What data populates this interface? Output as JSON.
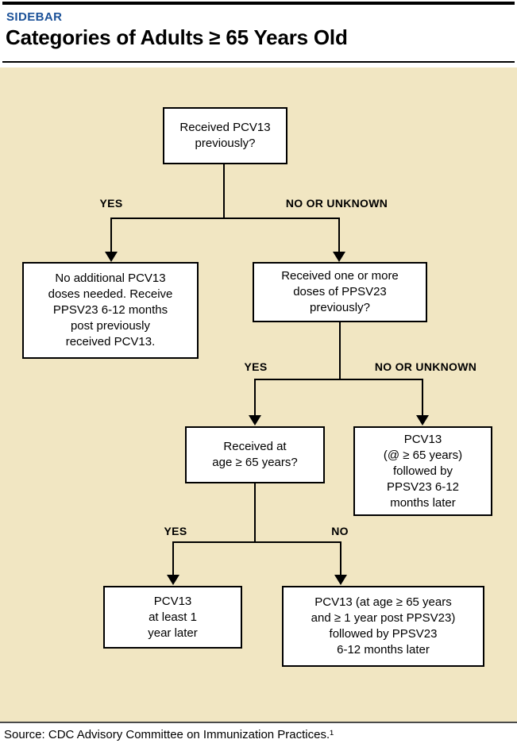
{
  "header": {
    "kicker": "SIDEBAR",
    "title": "Categories of Adults ≥ 65 Years Old"
  },
  "flowchart": {
    "nodes": {
      "q1": "Received PCV13\npreviously?",
      "a1": "No additional PCV13\ndoses needed. Receive\nPPSV23 6-12 months\npost previously\nreceived PCV13.",
      "q2": "Received one or more\ndoses of PPSV23\npreviously?",
      "q3": "Received at\nage ≥ 65 years?",
      "a2": "PCV13\n(@ ≥ 65 years)\nfollowed by\nPPSV23 6-12\nmonths later",
      "a3": "PCV13\nat least 1\nyear later",
      "a4": "PCV13 (at age ≥ 65 years\nand ≥ 1 year post PPSV23)\nfollowed by PPSV23\n6-12 months later"
    },
    "labels": {
      "yes1": "YES",
      "no1": "NO OR UNKNOWN",
      "yes2": "YES",
      "no2": "NO OR UNKNOWN",
      "yes3": "YES",
      "no3": "NO"
    }
  },
  "footer": {
    "source": "Source: CDC Advisory Committee on Immunization Practices.¹"
  },
  "colors": {
    "kicker_blue": "#1b5198",
    "panel_beige": "#f1e6c2"
  }
}
